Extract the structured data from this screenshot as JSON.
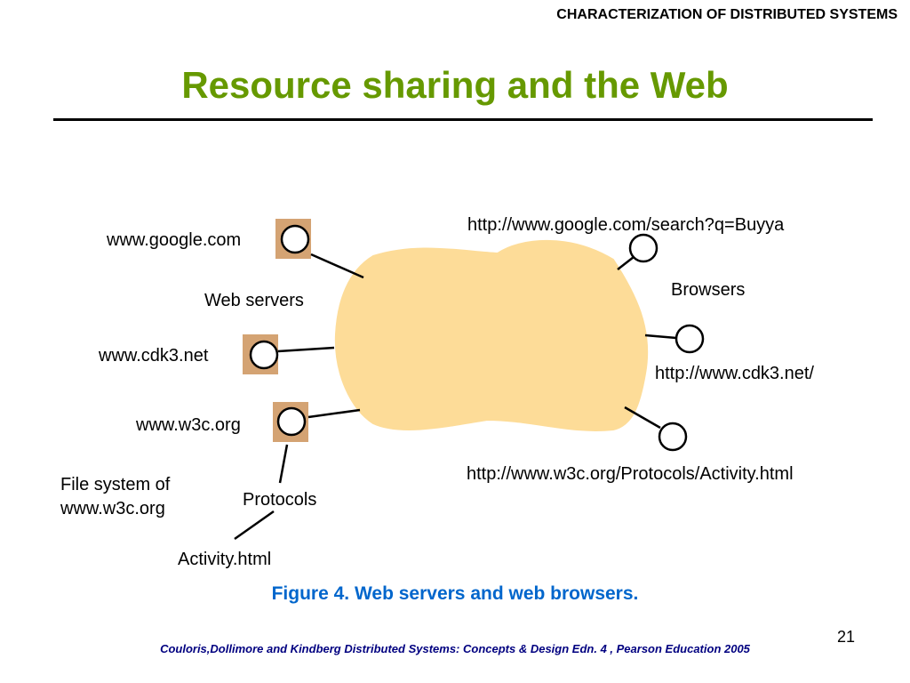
{
  "header": {
    "text": "CHARACTERIZATION OF DISTRIBUTED SYSTEMS"
  },
  "title": {
    "text": "Resource sharing and the Web"
  },
  "diagram": {
    "server_labels": [
      "www.google.com",
      "www.cdk3.net",
      "www.w3c.org"
    ],
    "browser_urls": [
      "http://www.google.com/search?q=Buyya",
      "http://www.cdk3.net/",
      "http://www.w3c.org/Protocols/Activity.html"
    ],
    "web_servers_label": "Web servers",
    "browsers_label": "Browsers",
    "file_system_label_line1": "File system of",
    "file_system_label_line2": "www.w3c.org",
    "protocols_label": "Protocols",
    "activity_label": "Activity.html"
  },
  "caption": {
    "text": "Figure 4. Web servers and web browsers."
  },
  "footer": {
    "text": "Couloris,Dollimore and Kindberg  Distributed Systems: Concepts & Design  Edn. 4 , Pearson Education 2005"
  },
  "page_number": "21",
  "colors": {
    "title": "#669900",
    "caption": "#0066cc",
    "footer": "#000080",
    "cloud_fill": "#FDDC98",
    "server_box": "#D4A373"
  }
}
